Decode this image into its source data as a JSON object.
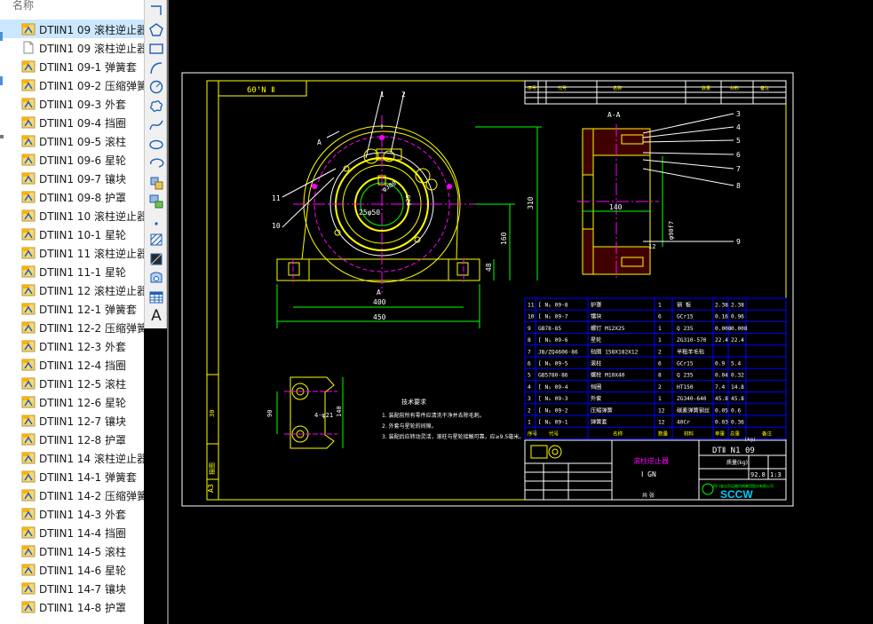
{
  "file_panel": {
    "header": "名称",
    "files": [
      {
        "name": "DTⅡN1 09 滚柱逆止器",
        "type": "drawing",
        "selected": true
      },
      {
        "name": "DTⅡN1 09 滚柱逆止器",
        "type": "document",
        "selected": false
      },
      {
        "name": "DTⅡN1 09-1 弹簧套",
        "type": "drawing"
      },
      {
        "name": "DTⅡN1 09-2 压缩弹簧",
        "type": "drawing"
      },
      {
        "name": "DTⅡN1 09-3 外套",
        "type": "drawing"
      },
      {
        "name": "DTⅡN1 09-4 挡圈",
        "type": "drawing"
      },
      {
        "name": "DTⅡN1 09-5 滚柱",
        "type": "drawing"
      },
      {
        "name": "DTⅡN1 09-6 星轮",
        "type": "drawing"
      },
      {
        "name": "DTⅡN1 09-7 镶块",
        "type": "drawing"
      },
      {
        "name": "DTⅡN1 09-8 护罩",
        "type": "drawing"
      },
      {
        "name": "DTⅡN1 10 滚柱逆止器",
        "type": "drawing"
      },
      {
        "name": "DTⅡN1 10-1 星轮",
        "type": "drawing"
      },
      {
        "name": "DTⅡN1 11 滚柱逆止器",
        "type": "drawing"
      },
      {
        "name": "DTⅡN1 11-1 星轮",
        "type": "drawing"
      },
      {
        "name": "DTⅡN1 12 滚柱逆止器",
        "type": "drawing"
      },
      {
        "name": "DTⅡN1 12-1 弹簧套",
        "type": "drawing"
      },
      {
        "name": "DTⅡN1 12-2 压缩弹簧",
        "type": "drawing"
      },
      {
        "name": "DTⅡN1 12-3 外套",
        "type": "drawing"
      },
      {
        "name": "DTⅡN1 12-4 挡圈",
        "type": "drawing"
      },
      {
        "name": "DTⅡN1 12-5 滚柱",
        "type": "drawing"
      },
      {
        "name": "DTⅡN1 12-6 星轮",
        "type": "drawing"
      },
      {
        "name": "DTⅡN1 12-7 镶块",
        "type": "drawing"
      },
      {
        "name": "DTⅡN1 12-8 护罩",
        "type": "drawing"
      },
      {
        "name": "DTⅡN1 14 滚柱逆止器",
        "type": "drawing"
      },
      {
        "name": "DTⅡN1 14-1 弹簧套",
        "type": "drawing"
      },
      {
        "name": "DTⅡN1 14-2 压缩弹簧",
        "type": "drawing"
      },
      {
        "name": "DTⅡN1 14-3 外套",
        "type": "drawing"
      },
      {
        "name": "DTⅡN1 14-4 挡圈",
        "type": "drawing"
      },
      {
        "name": "DTⅡN1 14-5 滚柱",
        "type": "drawing"
      },
      {
        "name": "DTⅡN1 14-6 星轮",
        "type": "drawing"
      },
      {
        "name": "DTⅡN1 14-7 镶块",
        "type": "drawing"
      },
      {
        "name": "DTⅡN1 14-8 护罩",
        "type": "drawing"
      }
    ]
  },
  "toolbar": {
    "tools": [
      {
        "icon": "polyline-icon"
      },
      {
        "icon": "polygon-icon"
      },
      {
        "icon": "rectangle-icon"
      },
      {
        "icon": "arc-icon"
      },
      {
        "icon": "circle-icon"
      },
      {
        "icon": "revision-cloud-icon"
      },
      {
        "icon": "spline-icon"
      },
      {
        "icon": "ellipse-icon"
      },
      {
        "icon": "ellipse-arc-icon"
      },
      {
        "icon": "insert-block-icon"
      },
      {
        "icon": "make-block-icon"
      },
      {
        "icon": "point-icon"
      },
      {
        "icon": "hatch-icon"
      },
      {
        "icon": "gradient-icon"
      },
      {
        "icon": "region-icon"
      },
      {
        "icon": "table-icon"
      },
      {
        "icon": "multiline-text-icon",
        "label": "A"
      }
    ]
  },
  "drawing": {
    "top_left_box": "60ᵗN Ⅱ",
    "section_label": "A-A",
    "balloons_main": [
      "1",
      "2",
      "10",
      "11"
    ],
    "balloons_section": [
      "3",
      "4",
      "5",
      "6",
      "7",
      "8",
      "9",
      "12"
    ],
    "dims_main": {
      "width_400": "400",
      "width_450": "450",
      "h_310": "310",
      "h_160": "160",
      "h_48": "48",
      "d_300": "φ300",
      "d_25": "25φ50",
      "d_tiny": "φ25",
      "cut_label": "A"
    },
    "dims_section": {
      "len_140": "140",
      "dia": "φ90f7"
    },
    "dims_bottom": {
      "h_90": "90",
      "h_140": "140",
      "d_21": "4-φ21"
    },
    "notes_title": "技术要求",
    "notes": [
      "1. 装配前所有零件应清洗干净并去除毛刺。",
      "2. 外套与星轮的间隙。",
      "3. 装配后应转动灵活，滚柱与星轮接触可靠，应≥9.5毫米。"
    ],
    "header_row": [
      "序号",
      "代号",
      "名称",
      "数量",
      "材料",
      "备注"
    ],
    "bom": [
      {
        "no": "11",
        "code": "[ N₁ 09-8",
        "name": "护罩",
        "qty": "1",
        "mat": "钢 板",
        "w1": "2.38",
        "w2": "2.38"
      },
      {
        "no": "10",
        "code": "[ N₁ 09-7",
        "name": "镶块",
        "qty": "6",
        "mat": "GCr15",
        "w1": "0.16",
        "w2": "0.96"
      },
      {
        "no": "9",
        "code": "GB78-85",
        "name": "螺钉 M12X25",
        "qty": "1",
        "mat": "Q 235",
        "w1": "0.008",
        "w2": "0.008"
      },
      {
        "no": "8",
        "code": "[ N₁ 09-6",
        "name": "星轮",
        "qty": "1",
        "mat": "ZG310-570",
        "w1": "22.4",
        "w2": "22.4"
      },
      {
        "no": "7",
        "code": "JB/ZQ4606-86",
        "name": "毡圈 158X182X12",
        "qty": "2",
        "mat": "半粗羊毛毡",
        "w1": "",
        "w2": ""
      },
      {
        "no": "6",
        "code": "[ N₁ 09-5",
        "name": "滚柱",
        "qty": "6",
        "mat": "GCr15",
        "w1": "0.9",
        "w2": "5.4"
      },
      {
        "no": "5",
        "code": "GB5780-86",
        "name": "螺栓 M10X40",
        "qty": "8",
        "mat": "Q 235",
        "w1": "0.04",
        "w2": "0.32"
      },
      {
        "no": "4",
        "code": "[ N₁ 09-4",
        "name": "挡圈",
        "qty": "2",
        "mat": "HT150",
        "w1": "7.4",
        "w2": "14.8"
      },
      {
        "no": "3",
        "code": "[ N₁ 09-3",
        "name": "外套",
        "qty": "1",
        "mat": "ZG340-640",
        "w1": "45.8",
        "w2": "45.8"
      },
      {
        "no": "2",
        "code": "[ N₁ 09-2",
        "name": "压缩弹簧",
        "qty": "12",
        "mat": "碳素弹簧钢丝",
        "w1": "0.05",
        "w2": "0.6"
      },
      {
        "no": "1",
        "code": "[ N₁ 09-1",
        "name": "弹簧套",
        "qty": "12",
        "mat": "40Cr",
        "w1": "0.03",
        "w2": "0.36"
      }
    ],
    "bom_footer": [
      "序号",
      "代号",
      "名称",
      "数量",
      "材料",
      "单重",
      "总重",
      "(kg)",
      "备注"
    ],
    "title_block": {
      "drawing_no": "DTⅡ N1 09",
      "name": "滚柱逆止器",
      "name_sub": "Ⅰ GN",
      "mass_label": "质量(kg)",
      "mass": "92.8",
      "scale": "1:3",
      "sheet": "共 张",
      "company": "SCCW",
      "company_cn": "四川省自贡运输机械集团股份有限公司"
    },
    "sidebar_labels": [
      "A3",
      "描图",
      "30"
    ]
  }
}
